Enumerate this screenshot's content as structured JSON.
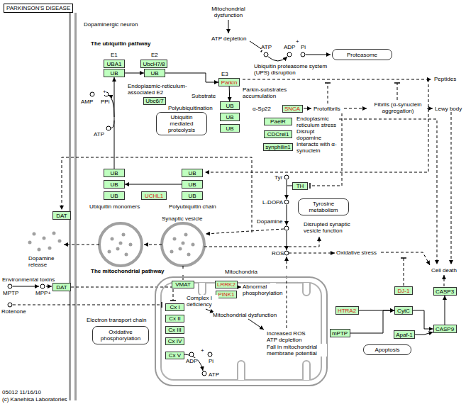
{
  "diagram": {
    "title": "PARKINSON'S DISEASE",
    "nodes": [
      {
        "text": [
          "Proteasome"
        ]
      },
      {
        "text": [
          "UBA1"
        ]
      },
      {
        "text": [
          "UB"
        ]
      },
      {
        "text": [
          "UbcH7/8"
        ]
      },
      {
        "text": [
          "UB"
        ]
      },
      {
        "text": [
          "Parkin"
        ]
      },
      {
        "text": [
          "Ubc6/7"
        ]
      },
      {
        "text": [
          "Ubiquitin mediated proteolysis"
        ]
      },
      {
        "text": [
          "UB"
        ]
      },
      {
        "text": [
          "UB"
        ]
      },
      {
        "text": [
          "UB"
        ]
      },
      {
        "text": [
          "SNCA"
        ]
      },
      {
        "text": [
          "PaelR"
        ]
      },
      {
        "text": [
          "CDCrel1"
        ]
      },
      {
        "text": [
          "synphilin1"
        ]
      },
      {
        "text": [
          "UB"
        ]
      },
      {
        "text": [
          "UB"
        ]
      },
      {
        "text": [
          "UB"
        ]
      },
      {
        "text": [
          "UB"
        ]
      },
      {
        "text": [
          "UB"
        ]
      },
      {
        "text": [
          "UCHL1"
        ]
      },
      {
        "text": [
          "UB"
        ]
      },
      {
        "text": [
          "TH"
        ]
      },
      {
        "text": [
          "Tyrosine metabolism"
        ]
      },
      {
        "text": [
          "DAT"
        ]
      },
      {
        "text": [
          "VMAT"
        ]
      },
      {
        "text": [
          "DAT"
        ]
      },
      {
        "text": [
          "Mitochondria"
        ]
      },
      {
        "text": [
          "LRRK2"
        ],
        "in": 27
      },
      {
        "text": [
          "PINK1"
        ],
        "in": 27
      },
      {
        "text": [
          "Cx I"
        ],
        "in": 27
      },
      {
        "text": [
          "Cx II"
        ],
        "in": 27
      },
      {
        "text": [
          "Cx III"
        ],
        "in": 27
      },
      {
        "text": [
          "Cx IV"
        ],
        "in": 27
      },
      {
        "text": [
          "Cx V"
        ],
        "in": 27
      },
      {
        "text": [
          "Oxidative phosphorylation"
        ]
      },
      {
        "text": [
          "DJ-1"
        ]
      },
      {
        "text": [
          "HTRA2"
        ]
      },
      {
        "text": [
          "CytC"
        ]
      },
      {
        "text": [
          "CASP3"
        ]
      },
      {
        "text": [
          "mPTP"
        ]
      },
      {
        "text": [
          "CASP9"
        ]
      },
      {
        "text": [
          "Apaf-1"
        ]
      },
      {
        "text": [
          "Apoptosis"
        ]
      }
    ],
    "edges": [
      {
        "from": 2,
        "to": 4,
        "arrow": "to"
      },
      {
        "from": 4,
        "to": 5,
        "arrow": "to"
      },
      {
        "from": 5,
        "to": 8,
        "arrow": "to"
      },
      {
        "from": 18,
        "to": 17,
        "arrow": "to"
      },
      {
        "from": 15,
        "to": 2,
        "arrow": "to"
      },
      {
        "from": 37,
        "to": 38,
        "arrow": "to"
      },
      {
        "from": 40,
        "to": 38,
        "arrow": "to"
      },
      {
        "from": 38,
        "to": 41,
        "arrow": "to"
      },
      {
        "from": 42,
        "to": 41,
        "arrow": "to"
      },
      {
        "from": 41,
        "to": 39,
        "arrow": "to"
      }
    ],
    "labels": [
      "Dopaminergic neuron",
      "The ubiquitin pathway",
      "E1",
      "E2",
      "Mitochondrial dysfunction",
      "ATP depletion",
      "ATP",
      "ADP",
      "+",
      "Pi",
      "Peptides",
      "Ubiquitin proteasome system (UPS) disruption",
      "E3",
      "AMP",
      "+",
      "PPi",
      "ATP",
      "Endoplasmic-reticulum-associated E2",
      "Substrate",
      "Parkin-substrates accumulation",
      "Polyubiquitination",
      "α-Sp22",
      "Protofibrils",
      "Fibrils (α-synuclein aggregation)",
      "Lewy body",
      "Endoplasmic reticulum stress",
      "Disrupt dopamine release?",
      "Interacts with α-synuclein",
      "Ubiquitin monomers",
      "Polyubiquitin chain",
      "Tyr",
      "L-DOPA",
      "Synaptic vesicle",
      "Dopamine release",
      "Disrupted synaptic vesicle function",
      "Dopamine",
      "ROS",
      "Oxidative stress",
      "Cell death",
      "The mitochondrial pathway",
      "Environmental toxins",
      "MPTP",
      "MPP+",
      "Rotenone",
      "Complex I deficiency",
      "Abnormal phosphorylation",
      "Mitochondrial dysfunction",
      "Increased ROS",
      "ATP depletion",
      "Fall in mitochondrial membrane potential",
      "Electron transport chain",
      "ADP",
      "+",
      "Pi",
      "ATP",
      "05012 11/16/10",
      "(c) Kanehisa Laboratories"
    ]
  }
}
